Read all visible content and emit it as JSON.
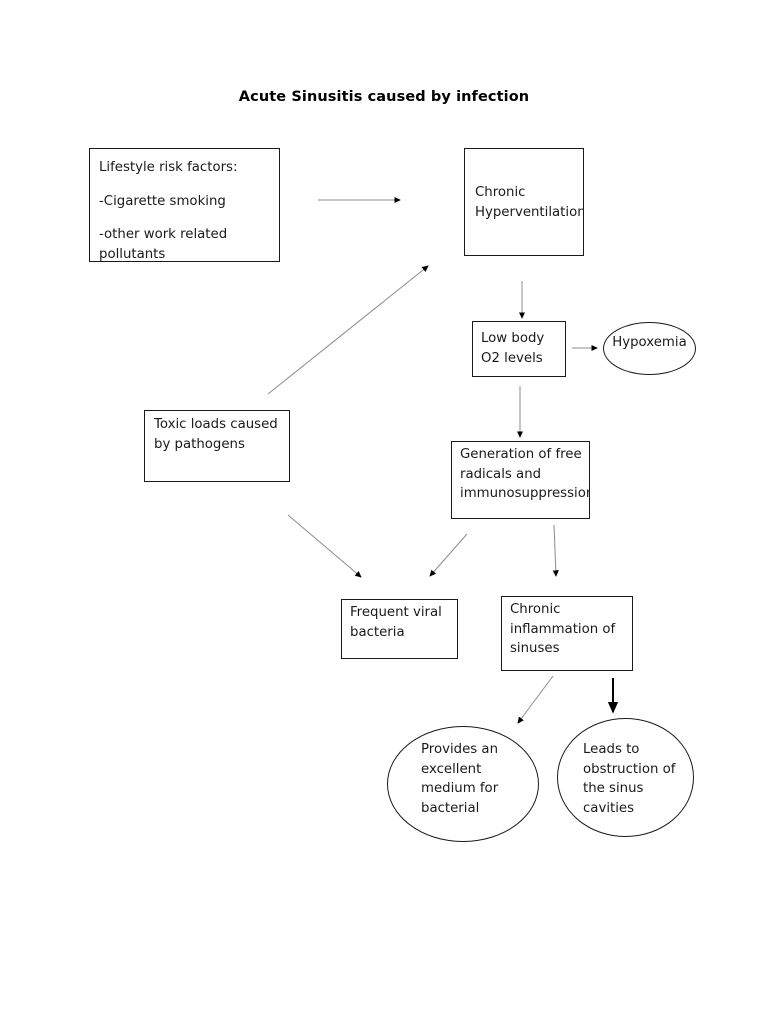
{
  "diagram": {
    "title": "Acute Sinusitis caused by infection",
    "nodes": {
      "lifestyle": {
        "shape": "box",
        "lines": [
          "Lifestyle risk factors:",
          "-Cigarette smoking",
          "-other work related pollutants"
        ]
      },
      "hyperventilation": {
        "shape": "box",
        "text": "Chronic Hyperventilation"
      },
      "low_o2": {
        "shape": "box",
        "text": "Low body O2 levels"
      },
      "hypoxemia": {
        "shape": "ellipse",
        "text": "Hypoxemia"
      },
      "toxic_loads": {
        "shape": "box",
        "text": "Toxic loads caused by pathogens"
      },
      "generation": {
        "shape": "box",
        "text": "Generation of free radicals and immunosuppression"
      },
      "frequent": {
        "shape": "box",
        "text": "Frequent viral bacteria"
      },
      "inflammation": {
        "shape": "box",
        "text": "Chronic inflammation of sinuses"
      },
      "medium": {
        "shape": "ellipse",
        "text": "Provides an excellent medium for bacterial"
      },
      "obstruction": {
        "shape": "ellipse",
        "text": "Leads to obstruction of the sinus cavities"
      }
    },
    "edges": [
      {
        "name": "lifestyle-to-hyperventilation",
        "from": "lifestyle",
        "to": "hyperventilation",
        "style": "thin-gray"
      },
      {
        "name": "hyperventilation-to-low-o2",
        "from": "hyperventilation",
        "to": "low_o2",
        "style": "thin-gray"
      },
      {
        "name": "low-o2-to-hypoxemia",
        "from": "low_o2",
        "to": "hypoxemia",
        "style": "thin-gray"
      },
      {
        "name": "low-o2-to-generation",
        "from": "low_o2",
        "to": "generation",
        "style": "thin-gray"
      },
      {
        "name": "toxic-loads-to-hyperventilation",
        "from": "toxic_loads",
        "to": "hyperventilation",
        "style": "thin-gray"
      },
      {
        "name": "toxic-loads-to-frequent",
        "from": "toxic_loads",
        "to": "frequent",
        "style": "thin-gray"
      },
      {
        "name": "generation-to-frequent",
        "from": "generation",
        "to": "frequent",
        "style": "thin-gray"
      },
      {
        "name": "generation-to-inflammation",
        "from": "generation",
        "to": "inflammation",
        "style": "thin-gray"
      },
      {
        "name": "inflammation-to-medium",
        "from": "inflammation",
        "to": "medium",
        "style": "thin-gray"
      },
      {
        "name": "inflammation-to-obstruction",
        "from": "inflammation",
        "to": "obstruction",
        "style": "thick-black"
      }
    ],
    "colors": {
      "stroke": "#1a1a1a",
      "arrow_line": "#8c8c8c",
      "arrow_head": "#000000",
      "background": "#ffffff"
    }
  }
}
